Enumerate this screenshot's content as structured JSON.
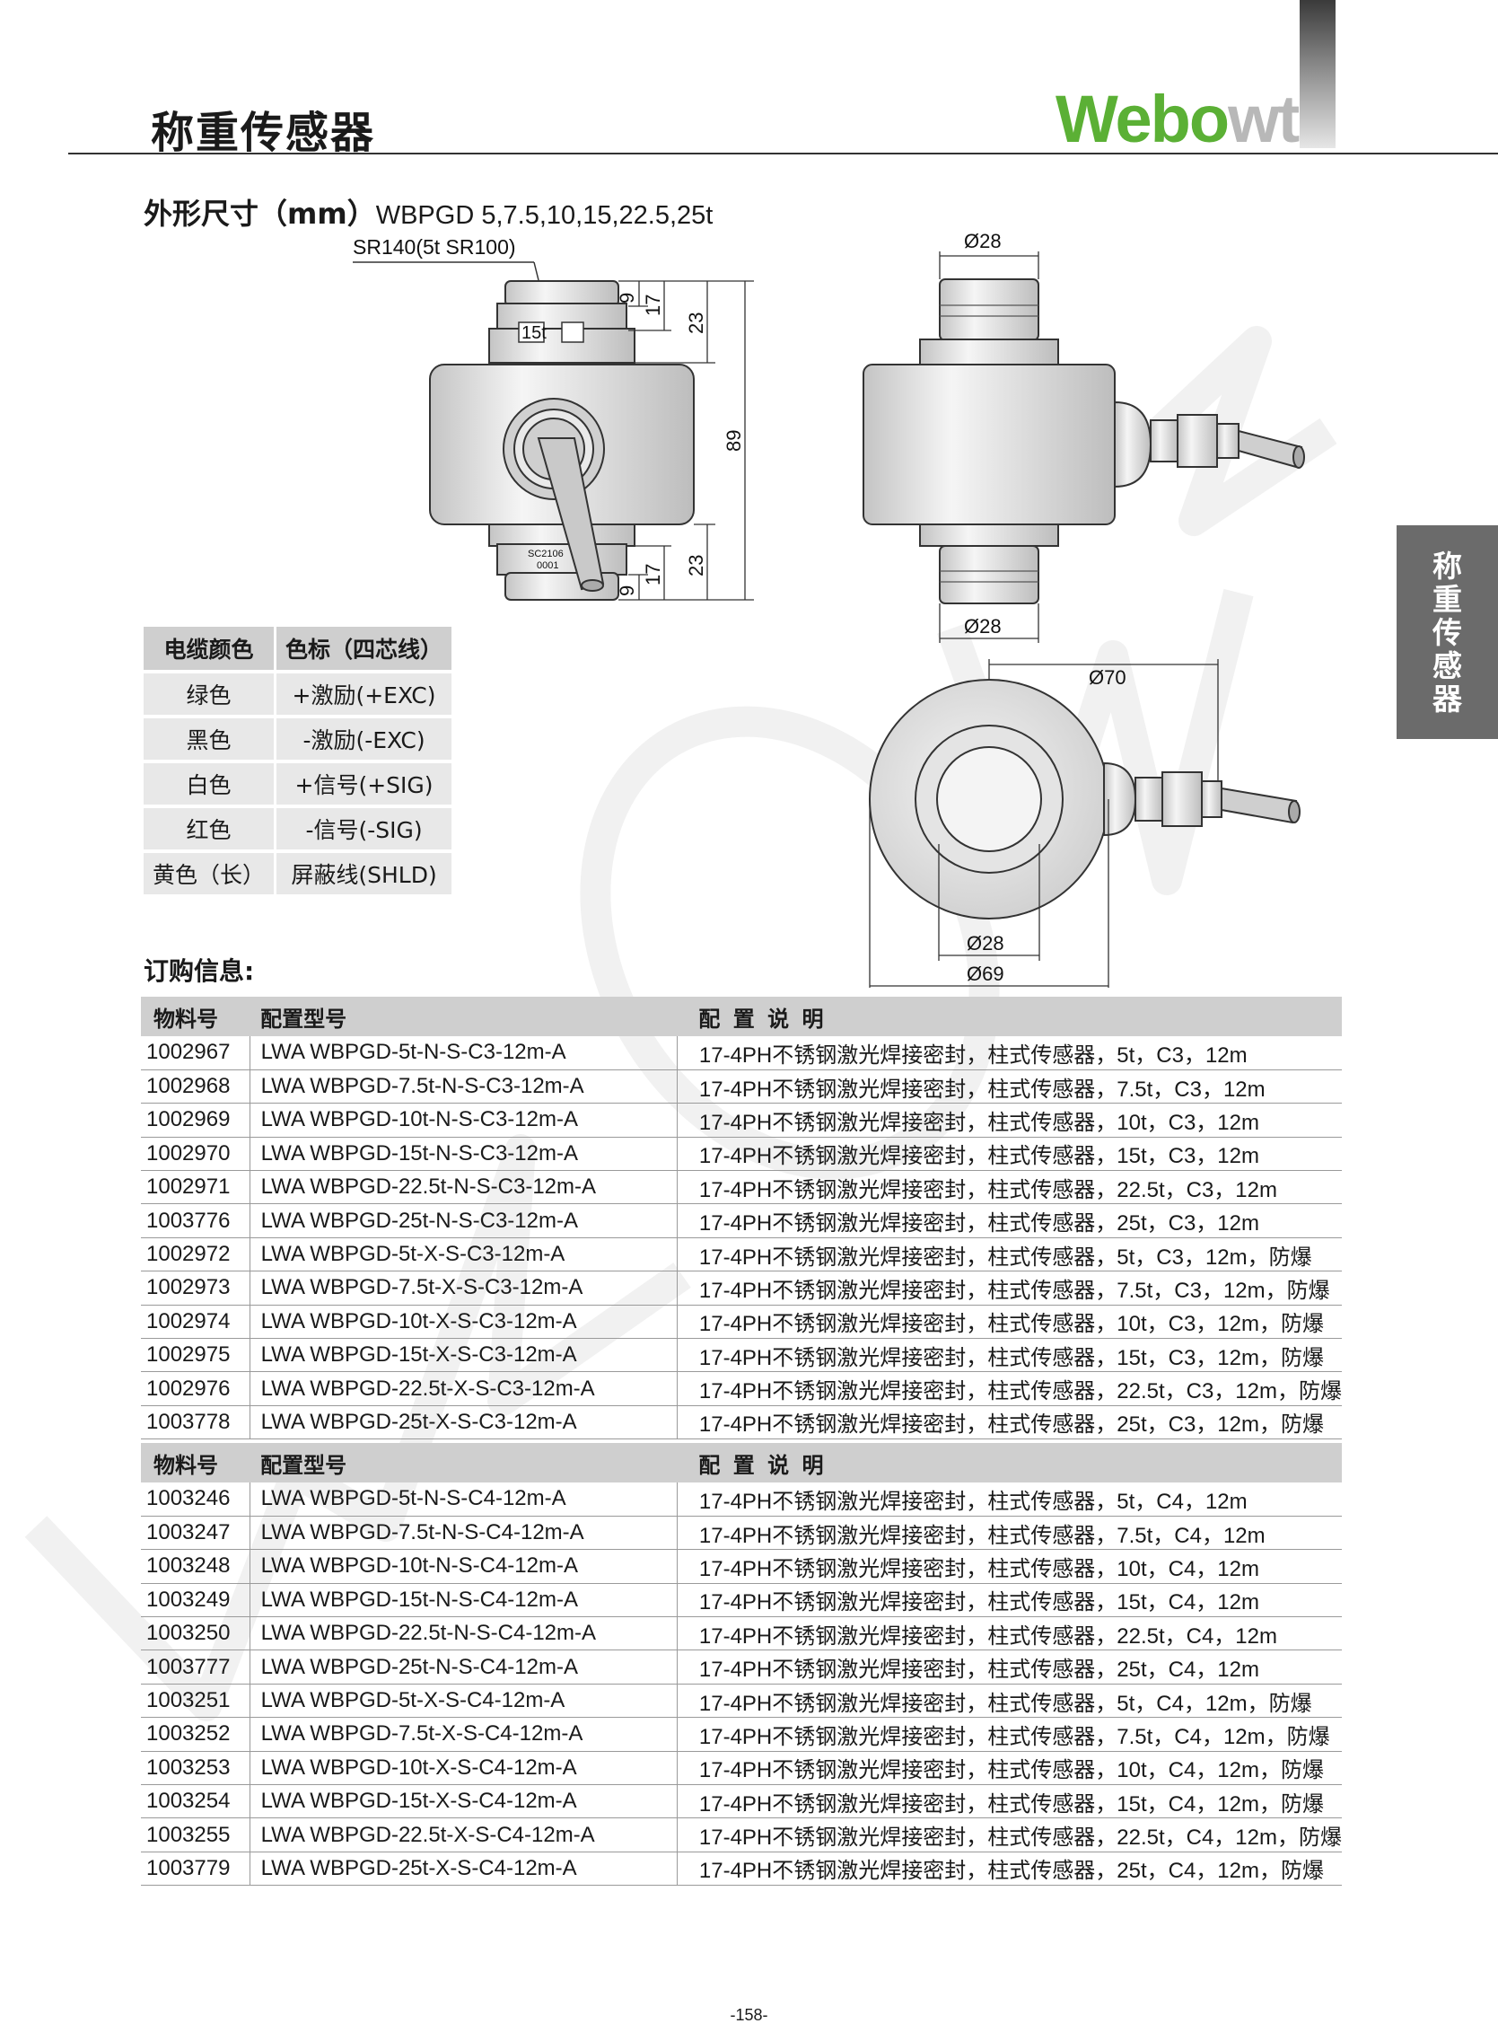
{
  "header": {
    "title": "称重传感器",
    "logo_green": "Webo",
    "logo_gray": "wt"
  },
  "side_tab": [
    "称",
    "重",
    "传",
    "感",
    "器"
  ],
  "dimensions": {
    "title": "外形尺寸（mm）",
    "models": "WBPGD 5,7.5,10,15,22.5,25t",
    "sr_label": "SR140(5t SR100)",
    "capacity_mark": "15t",
    "serial_line1": "SC2106",
    "serial_line2": "0001",
    "dim_9": "9",
    "dim_17": "17",
    "dim_23": "23",
    "dim_89": "89",
    "dim_d28": "Ø28",
    "dim_d70": "Ø70",
    "dim_d69": "Ø69"
  },
  "cable_table": {
    "headers": [
      "电缆颜色",
      "色标（四芯线）"
    ],
    "rows": [
      [
        "绿色",
        "+激励(+EXC)"
      ],
      [
        "黑色",
        "-激励(-EXC)"
      ],
      [
        "白色",
        "+信号(+SIG)"
      ],
      [
        "红色",
        "-信号(-SIG)"
      ],
      [
        "黄色（长）",
        "屏蔽线(SHLD)"
      ]
    ]
  },
  "order": {
    "title": "订购信息:",
    "headers": [
      "物料号",
      "配置型号",
      "配 置 说 明"
    ],
    "table1": [
      [
        "1002967",
        "LWA WBPGD-5t-N-S-C3-12m-A",
        "17-4PH不锈钢激光焊接密封，柱式传感器，5t，C3，12m"
      ],
      [
        "1002968",
        "LWA WBPGD-7.5t-N-S-C3-12m-A",
        "17-4PH不锈钢激光焊接密封，柱式传感器，7.5t，C3，12m"
      ],
      [
        "1002969",
        "LWA WBPGD-10t-N-S-C3-12m-A",
        "17-4PH不锈钢激光焊接密封，柱式传感器，10t，C3，12m"
      ],
      [
        "1002970",
        "LWA WBPGD-15t-N-S-C3-12m-A",
        "17-4PH不锈钢激光焊接密封，柱式传感器，15t，C3，12m"
      ],
      [
        "1002971",
        "LWA WBPGD-22.5t-N-S-C3-12m-A",
        "17-4PH不锈钢激光焊接密封，柱式传感器，22.5t，C3，12m"
      ],
      [
        "1003776",
        "LWA WBPGD-25t-N-S-C3-12m-A",
        "17-4PH不锈钢激光焊接密封，柱式传感器，25t，C3，12m"
      ],
      [
        "1002972",
        "LWA WBPGD-5t-X-S-C3-12m-A",
        "17-4PH不锈钢激光焊接密封，柱式传感器，5t，C3，12m，防爆"
      ],
      [
        "1002973",
        "LWA WBPGD-7.5t-X-S-C3-12m-A",
        "17-4PH不锈钢激光焊接密封，柱式传感器，7.5t，C3，12m，防爆"
      ],
      [
        "1002974",
        "LWA WBPGD-10t-X-S-C3-12m-A",
        "17-4PH不锈钢激光焊接密封，柱式传感器，10t，C3，12m，防爆"
      ],
      [
        "1002975",
        "LWA WBPGD-15t-X-S-C3-12m-A",
        "17-4PH不锈钢激光焊接密封，柱式传感器，15t，C3，12m，防爆"
      ],
      [
        "1002976",
        "LWA WBPGD-22.5t-X-S-C3-12m-A",
        "17-4PH不锈钢激光焊接密封，柱式传感器，22.5t，C3，12m，防爆"
      ],
      [
        "1003778",
        "LWA WBPGD-25t-X-S-C3-12m-A",
        "17-4PH不锈钢激光焊接密封，柱式传感器，25t，C3，12m，防爆"
      ]
    ],
    "table2": [
      [
        "1003246",
        "LWA WBPGD-5t-N-S-C4-12m-A",
        "17-4PH不锈钢激光焊接密封，柱式传感器，5t，C4，12m"
      ],
      [
        "1003247",
        "LWA WBPGD-7.5t-N-S-C4-12m-A",
        "17-4PH不锈钢激光焊接密封，柱式传感器，7.5t，C4，12m"
      ],
      [
        "1003248",
        "LWA WBPGD-10t-N-S-C4-12m-A",
        "17-4PH不锈钢激光焊接密封，柱式传感器，10t，C4，12m"
      ],
      [
        "1003249",
        "LWA WBPGD-15t-N-S-C4-12m-A",
        "17-4PH不锈钢激光焊接密封，柱式传感器，15t，C4，12m"
      ],
      [
        "1003250",
        "LWA WBPGD-22.5t-N-S-C4-12m-A",
        "17-4PH不锈钢激光焊接密封，柱式传感器，22.5t，C4，12m"
      ],
      [
        "1003777",
        "LWA WBPGD-25t-N-S-C4-12m-A",
        "17-4PH不锈钢激光焊接密封，柱式传感器，25t，C4，12m"
      ],
      [
        "1003251",
        "LWA WBPGD-5t-X-S-C4-12m-A",
        "17-4PH不锈钢激光焊接密封，柱式传感器，5t，C4，12m，防爆"
      ],
      [
        "1003252",
        "LWA WBPGD-7.5t-X-S-C4-12m-A",
        "17-4PH不锈钢激光焊接密封，柱式传感器，7.5t，C4，12m，防爆"
      ],
      [
        "1003253",
        "LWA WBPGD-10t-X-S-C4-12m-A",
        "17-4PH不锈钢激光焊接密封，柱式传感器，10t，C4，12m，防爆"
      ],
      [
        "1003254",
        "LWA WBPGD-15t-X-S-C4-12m-A",
        "17-4PH不锈钢激光焊接密封，柱式传感器，15t，C4，12m，防爆"
      ],
      [
        "1003255",
        "LWA WBPGD-22.5t-X-S-C4-12m-A",
        "17-4PH不锈钢激光焊接密封，柱式传感器，22.5t，C4，12m，防爆"
      ],
      [
        "1003779",
        "LWA WBPGD-25t-X-S-C4-12m-A",
        "17-4PH不锈钢激光焊接密封，柱式传感器，25t，C4，12m，防爆"
      ]
    ]
  },
  "page_number": "-158-"
}
